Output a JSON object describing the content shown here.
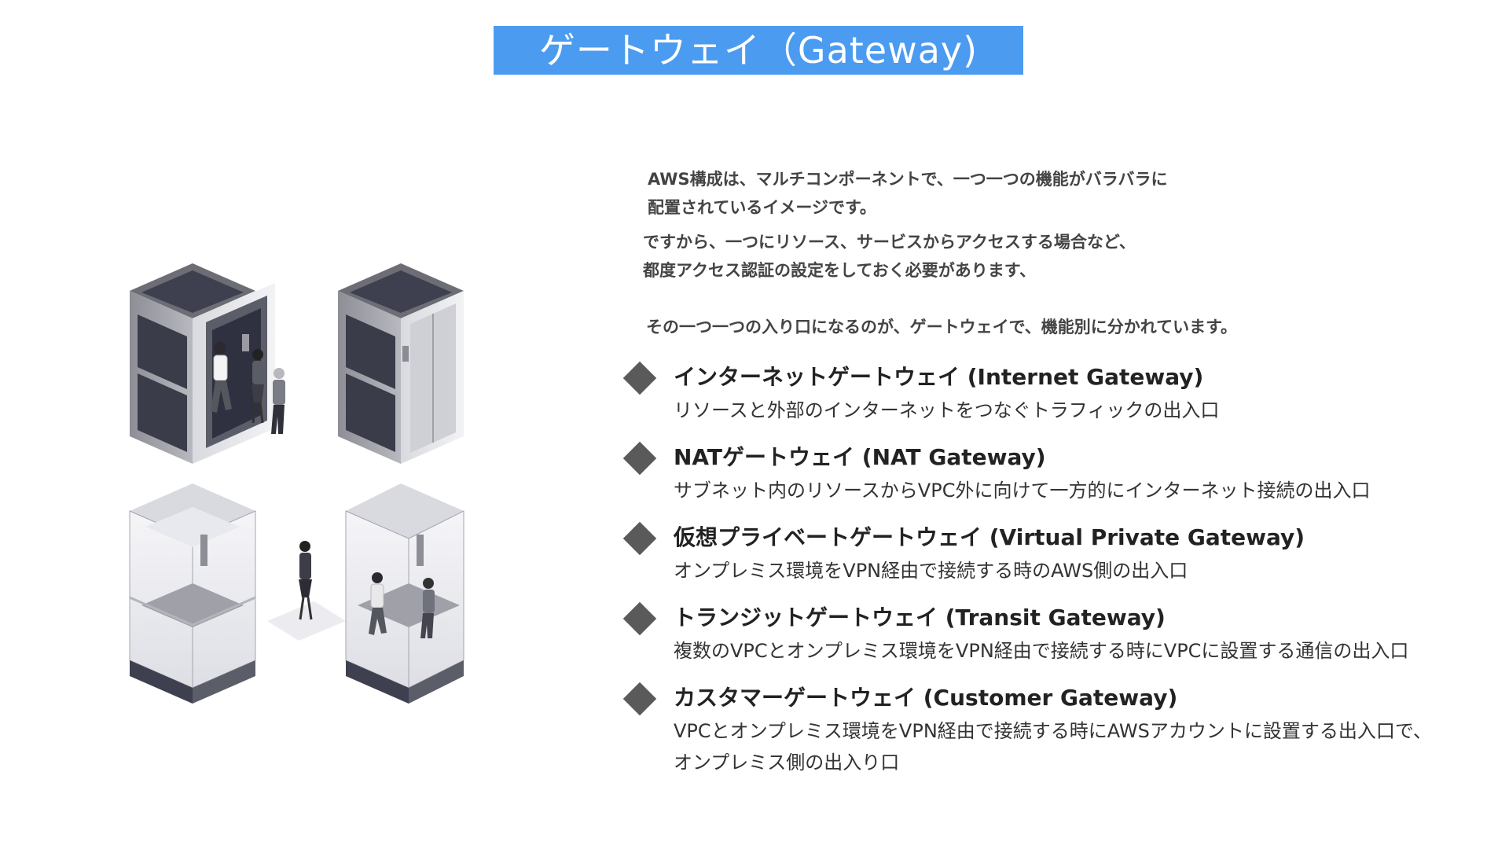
{
  "title": "ゲートウェイ（Gateway)",
  "intro": {
    "p1": [
      "AWS構成は、マルチコンポーネントで、一つ一つの機能がバラバラに",
      "配置されているイメージです。"
    ],
    "p2": [
      "ですから、一つにリソース、サービスからアクセスする場合など、",
      "都度アクセス認証の設定をしておく必要があります、"
    ],
    "p3": "その一つ一つの入り口になるのが、ゲートウェイで、機能別に分かれています。"
  },
  "gateways": [
    {
      "name": "インターネットゲートウェイ (Internet Gateway)",
      "desc": [
        "リソースと外部のインターネットをつなぐトラフィックの出入口"
      ]
    },
    {
      "name": "NATゲートウェイ (NAT Gateway)",
      "desc": [
        "サブネット内のリソースからVPC外に向けて一方的にインターネット接続の出入口"
      ]
    },
    {
      "name": "仮想プライベートゲートウェイ (Virtual Private Gateway)",
      "desc": [
        "オンプレミス環境をVPN経由で接続する時のAWS側の出入口"
      ]
    },
    {
      "name": "トランジットゲートウェイ (Transit Gateway)",
      "desc": [
        "複数のVPCとオンプレミス環境をVPN経由で接続する時にVPCに設置する通信の出入口"
      ]
    },
    {
      "name": "カスタマーゲートウェイ (Customer Gateway)",
      "desc": [
        "VPCとオンプレミス環境をVPN経由で接続する時にAWSアカウントに設置する出入口で、",
        "オンプレミス側の出入り口"
      ]
    }
  ],
  "colors": {
    "banner": "#4b9bf0",
    "bullet": "#5a5a5a"
  }
}
